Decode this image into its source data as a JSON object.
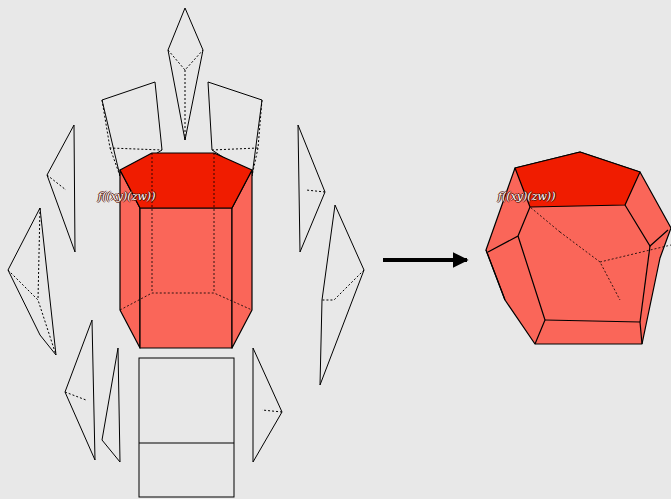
{
  "diagram": {
    "nodes": [
      {
        "text": [
          "f((xy)(zw))"
        ]
      },
      {
        "text": [
          "f((xy)(zw))"
        ]
      }
    ],
    "edges": [
      {
        "from": 0,
        "to": 1,
        "arrow": "to"
      }
    ]
  }
}
